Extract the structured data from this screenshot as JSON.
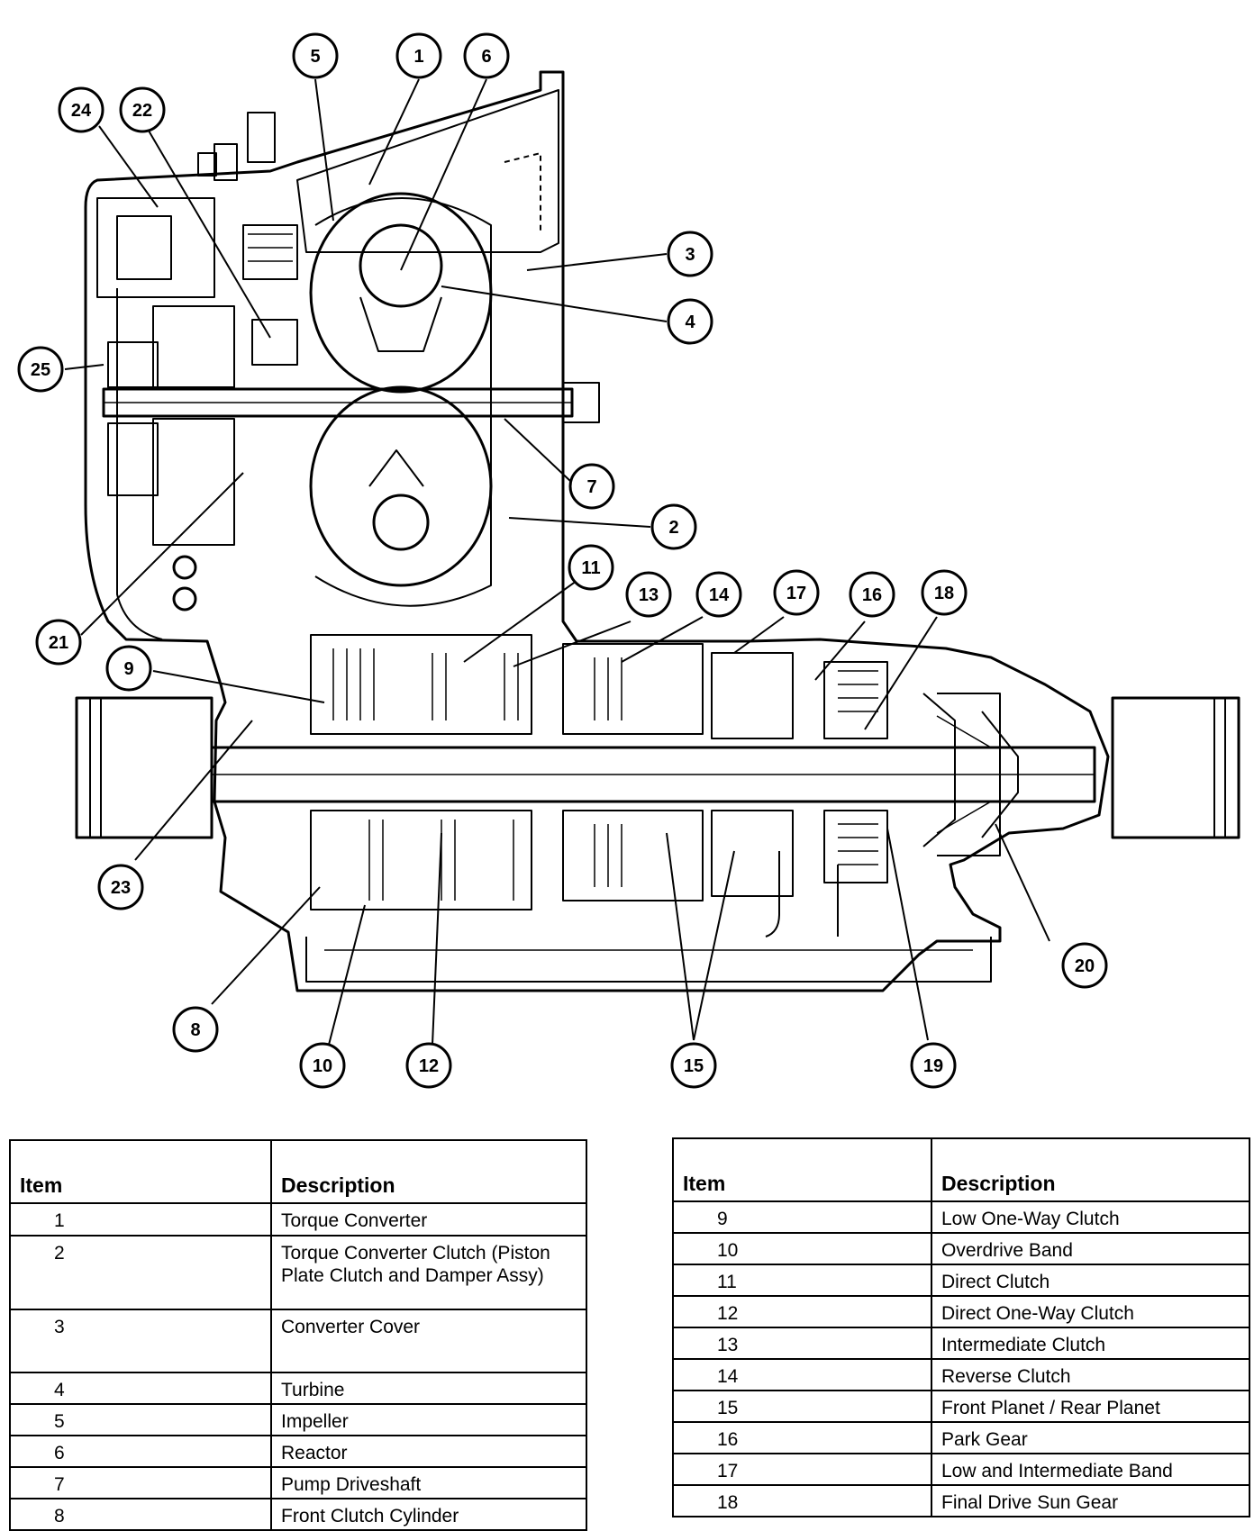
{
  "callouts": [
    "1",
    "2",
    "3",
    "4",
    "5",
    "6",
    "7",
    "8",
    "9",
    "10",
    "11",
    "12",
    "13",
    "14",
    "15",
    "16",
    "17",
    "18",
    "19",
    "20",
    "21",
    "22",
    "23",
    "24",
    "25"
  ],
  "table_left": {
    "headers": {
      "item": "Item",
      "description": "Description"
    },
    "rows": [
      {
        "item": "1",
        "description": "Torque Converter"
      },
      {
        "item": "2",
        "description": "Torque Converter Clutch (Piston Plate Clutch and Damper Assy)"
      },
      {
        "item": "3",
        "description": "Converter Cover"
      },
      {
        "item": "4",
        "description": "Turbine"
      },
      {
        "item": "5",
        "description": "Impeller"
      },
      {
        "item": "6",
        "description": "Reactor"
      },
      {
        "item": "7",
        "description": "Pump Driveshaft"
      },
      {
        "item": "8",
        "description": "Front Clutch Cylinder"
      }
    ]
  },
  "table_right": {
    "headers": {
      "item": "Item",
      "description": "Description"
    },
    "rows": [
      {
        "item": "9",
        "description": "Low One-Way Clutch"
      },
      {
        "item": "10",
        "description": "Overdrive Band"
      },
      {
        "item": "11",
        "description": "Direct Clutch"
      },
      {
        "item": "12",
        "description": "Direct One-Way Clutch"
      },
      {
        "item": "13",
        "description": "Intermediate Clutch"
      },
      {
        "item": "14",
        "description": "Reverse Clutch"
      },
      {
        "item": "15",
        "description": "Front Planet / Rear Planet"
      },
      {
        "item": "16",
        "description": "Park Gear"
      },
      {
        "item": "17",
        "description": "Low and Intermediate Band"
      },
      {
        "item": "18",
        "description": "Final Drive Sun Gear"
      }
    ]
  }
}
